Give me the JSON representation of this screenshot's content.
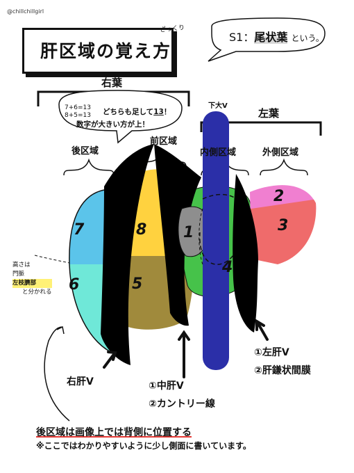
{
  "handle": "@chillchillgirl",
  "title": "肝区域の覚え方",
  "title_note": "ざっくり",
  "s1_note": {
    "label": "S1：",
    "value": "尾状葉",
    "suffix": "という。"
  },
  "right_lobe_label": "右葉",
  "left_lobe_label": "左葉",
  "ivc_label": "下大V",
  "number_note": {
    "sum1": "7+6=13",
    "sum2": "8+5=13",
    "line1": "どちらも足して",
    "line1_num": "13",
    "line1_end": "！",
    "line2": "数字が大きい方が上！"
  },
  "sector_labels": {
    "posterior": "後区域",
    "anterior": "前区域",
    "medial": "内側区域",
    "lateral": "外側区域"
  },
  "segments": [
    "7",
    "8",
    "1",
    "2",
    "6",
    "5",
    "4",
    "3"
  ],
  "side_note": {
    "line1": "高さは",
    "line2": "門脈",
    "line3": "左枝臍部",
    "line4": "と分かれる"
  },
  "right_hepatic_vein": "右肝V",
  "middle_notes": {
    "item1": "①中肝V",
    "item2": "②カントリー線"
  },
  "left_notes": {
    "item1": "①左肝V",
    "item2": "②肝鎌状間膜"
  },
  "caption1": "後区域は画像上では背側に位置する",
  "caption2": "※ここではわかりやすいように少し側面に書いています。",
  "colors": {
    "seg7": "#5bc4ea",
    "seg6": "#6fe8d8",
    "seg8": "#ffd23f",
    "seg5": "#a08a3c",
    "seg4": "#46c24a",
    "seg2": "#f07fd0",
    "seg3": "#ef6b6b",
    "ivc": "#2b2fa8",
    "caudate": "#8e8e8e",
    "vein": "#000000",
    "underline": "#e53935"
  }
}
